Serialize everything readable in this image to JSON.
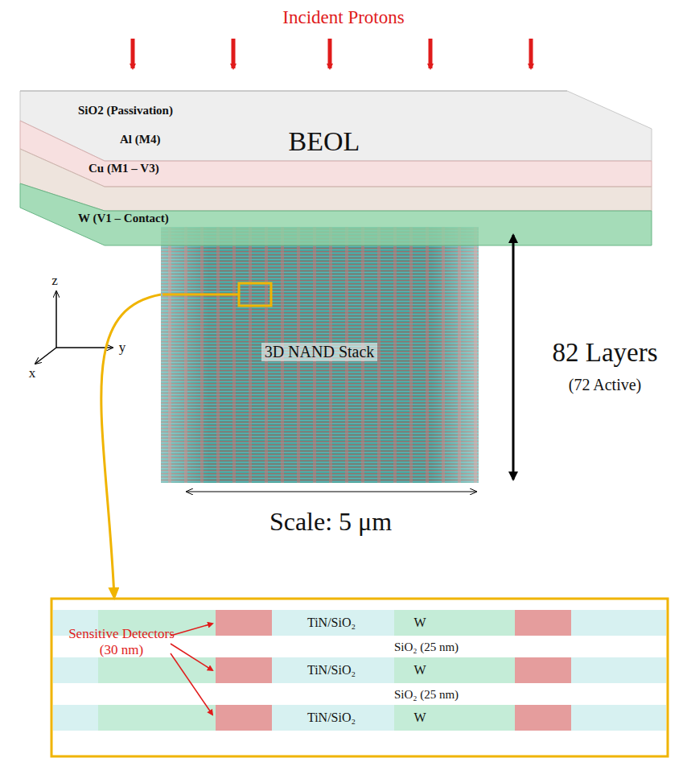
{
  "diagram": {
    "nodes": [
      {
        "text": [
          "SiO2 (Passivation)"
        ]
      },
      {
        "text": [
          "Al (M4)"
        ]
      },
      {
        "text": [
          "Cu (M1 – V3)"
        ]
      },
      {
        "text": [
          "W (V1 – Contact)"
        ]
      },
      {
        "text": [
          "3D NAND Stack"
        ]
      },
      {
        "text": [
          "Sensitive Detectors (30 nm)"
        ]
      },
      {
        "text": [
          "TiN/SiO₂",
          "W"
        ],
        "in": 5
      },
      {
        "text": [
          "TiN/SiO₂",
          "W"
        ],
        "in": 5
      },
      {
        "text": [
          "TiN/SiO₂",
          "W"
        ],
        "in": 5
      }
    ],
    "edges": [
      {
        "from": 4,
        "to": 5,
        "arrow": "to"
      }
    ],
    "labels": [
      "Incident Protons",
      "BEOL",
      "z",
      "y",
      "x",
      "82 Layers",
      "(72 Active)",
      "Scale: 5 μm",
      "SiO₂ (25 nm)",
      "SiO₂ (25 nm)"
    ]
  }
}
